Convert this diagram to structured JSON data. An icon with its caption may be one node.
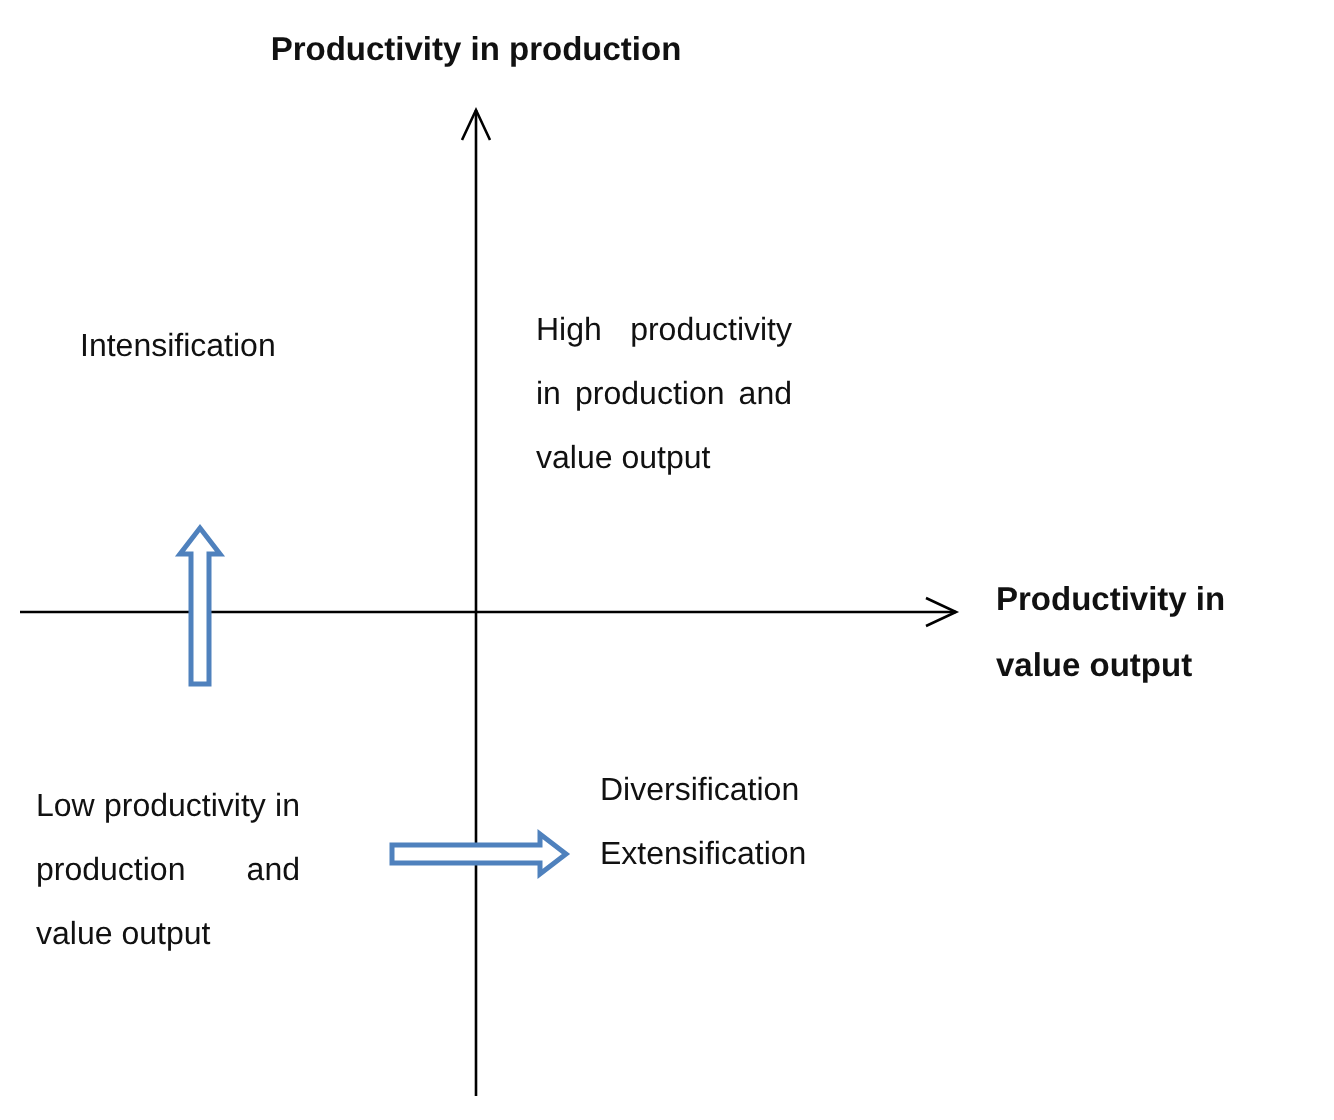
{
  "diagram": {
    "title": "Productivity in production",
    "nodes": [
      {
        "text": [
          "Intensification"
        ]
      },
      {
        "text": [
          "High productivity in production and value output"
        ]
      },
      {
        "text": [
          "Low productivity in production and value output"
        ]
      },
      {
        "text": [
          "Diversification",
          "Extensification"
        ]
      }
    ],
    "labels": [
      "Productivity in value output"
    ]
  }
}
